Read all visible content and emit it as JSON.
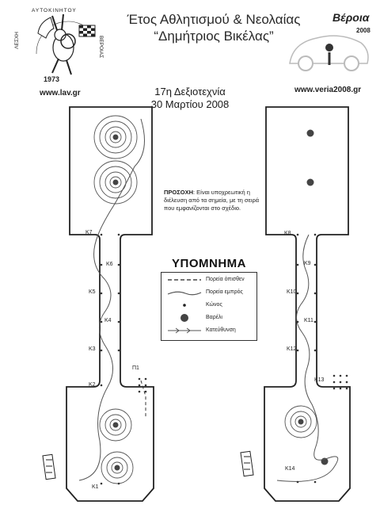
{
  "header": {
    "event_title_line1": "Έτος Αθλητισμού & Νεολαίας",
    "event_title_line2": "“Δημήτριος Βικέλας”",
    "edition": "17η Δεξιοτεχνία",
    "date": "30 Μαρτίου 2008",
    "left_url": "www.lav.gr",
    "right_url": "www.veria2008.gr"
  },
  "logos": {
    "club_ring_top": "ΑΥΤΟΚΙΝΗΤΟΥ",
    "club_ring_left": "ΛΕΣΧΗ",
    "club_ring_right": "ΒΕΡΟΙΑΣ",
    "club_year": "1973",
    "veroia_word": "Βέροια",
    "veroia_year": "2008"
  },
  "notice": {
    "label": "ΠΡΟΣΟΧΗ",
    "text": ": Είναι υποχρεωτική η διέλευση από τα σημεία, με τη σειρά που εμφανίζονται στο σχέδιο."
  },
  "legend": {
    "title": "ΥΠΟΜΝΗΜΑ",
    "items": [
      {
        "label": "Πορεία όπισθεν",
        "symbol": "dashed-line"
      },
      {
        "label": "Πορεία εμπρός",
        "symbol": "solid-line"
      },
      {
        "label": "Κώνος",
        "symbol": "small-dot"
      },
      {
        "label": "Βαρέλι",
        "symbol": "large-dot"
      },
      {
        "label": "Κατεύθυνση",
        "symbol": "arrow-line"
      }
    ]
  },
  "left_course": {
    "labels": [
      "K7",
      "K6",
      "K5",
      "K4",
      "K3",
      "K2",
      "Π1",
      "K1"
    ]
  },
  "right_course": {
    "labels": [
      "K8",
      "K9",
      "K10",
      "K11",
      "K12",
      "K13",
      "K14"
    ]
  },
  "colors": {
    "ink": "#222222",
    "paper": "#ffffff",
    "barrel": "#555555"
  }
}
